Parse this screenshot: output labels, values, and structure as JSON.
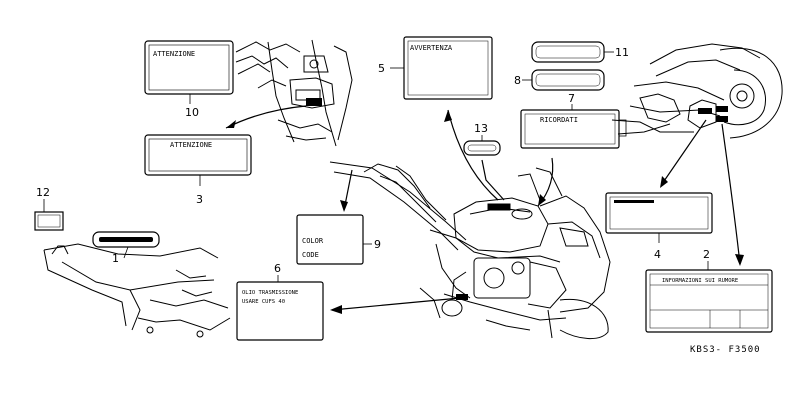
{
  "callouts": {
    "c1": "1",
    "c2": "2",
    "c3": "3",
    "c4": "4",
    "c5": "5",
    "c6": "6",
    "c7": "7",
    "c8": "8",
    "c9": "9",
    "c10": "10",
    "c11": "11",
    "c12": "12",
    "c13": "13"
  },
  "labels": {
    "label10_text": "ATTENZIONE",
    "label3_text": "ATTENZIONE",
    "label5_text": "AVVERTENZA",
    "label7_text": "RICORDATI",
    "label9_line1": "COLOR",
    "label9_line2": "CODE",
    "label6_line1": "OLIO TRASMISSIONE",
    "label6_line2": "USARE CUFS 40",
    "label2_text": "INFORMAZIONI SUI RUMORE"
  },
  "diagram_code": "KBS3- F3500"
}
